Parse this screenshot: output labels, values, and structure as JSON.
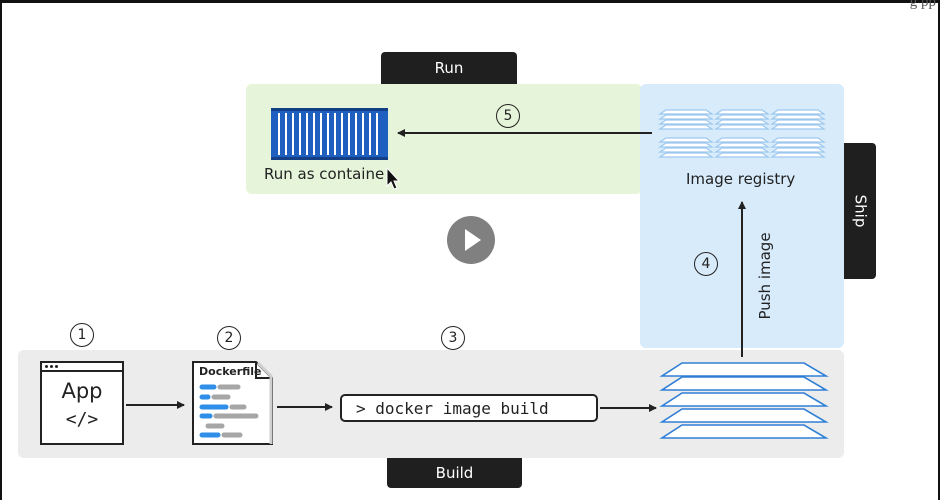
{
  "header": {
    "fragment": "g    pp"
  },
  "sections": {
    "run": "Run",
    "ship": "Ship",
    "build": "Build"
  },
  "steps": [
    "1",
    "2",
    "3",
    "4",
    "5"
  ],
  "build": {
    "app_label": "App",
    "app_code": "</>",
    "dockerfile_label": "Dockerfile",
    "command": "> docker image build"
  },
  "ship": {
    "registry_label": "Image registry",
    "push_label": "Push image"
  },
  "run": {
    "container_label": "Run as containe"
  },
  "colors": {
    "run_zone": "#e6f5da",
    "ship_zone": "#d8ebfb",
    "build_zone": "#ececec",
    "container_blue": "#1f5fbf",
    "layer_blue": "#2e7fd6",
    "tab_dark": "#1f1f1f"
  },
  "icons": [
    "app-window-icon",
    "dockerfile-icon",
    "image-layers-icon",
    "registry-icon",
    "container-icon",
    "cursor-icon",
    "play-icon"
  ]
}
